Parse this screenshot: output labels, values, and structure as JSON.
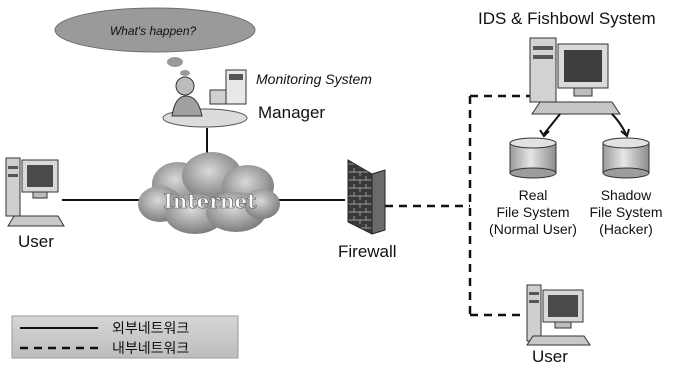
{
  "title": "IDS & Fishbowl System",
  "thought_bubble": "What's happen?",
  "monitoring_label": "Monitoring System",
  "manager_label": "Manager",
  "internet_label": "Internet",
  "user_left_label": "User",
  "firewall_label": "Firewall",
  "real_fs": {
    "line1": "Real",
    "line2": "File System",
    "line3": "(Normal User)"
  },
  "shadow_fs": {
    "line1": "Shadow",
    "line2": "File System",
    "line3": "(Hacker)"
  },
  "user_bottom_label": "User",
  "legend": {
    "external": "외부네트워크",
    "internal": "내부네트워크"
  },
  "colors": {
    "line": "#111111",
    "cloud": "#8f8f8f",
    "bubble": "#9a9a9a",
    "computer": "#cfcfcf",
    "cylinder": "#bdbdbd"
  }
}
